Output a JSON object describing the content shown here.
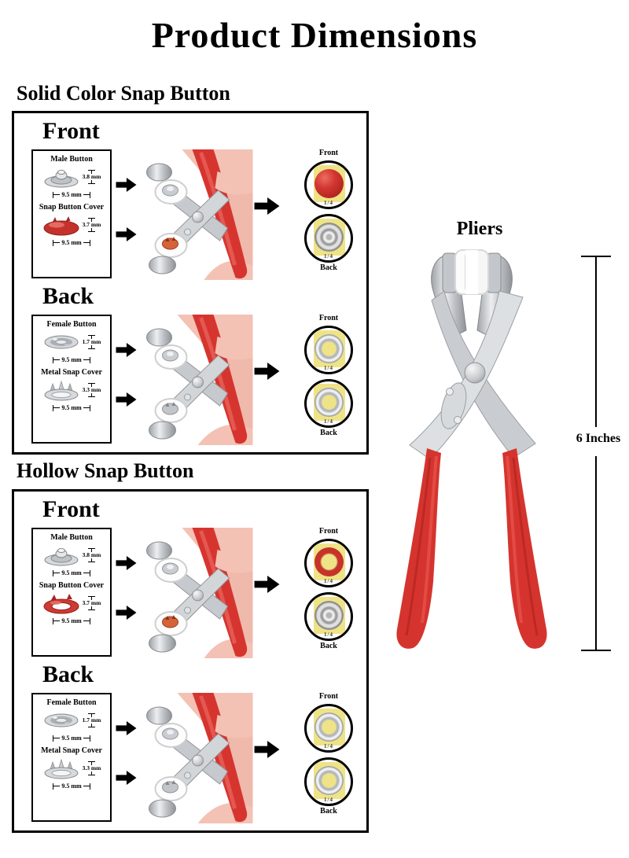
{
  "title": "Product Dimensions",
  "sections": {
    "solid": {
      "heading": "Solid Color Snap Button",
      "front": {
        "heading": "Front",
        "parts": [
          {
            "name": "Male Button",
            "height": "3.8 mm",
            "width": "9.5 mm"
          },
          {
            "name": "Snap Button Cover",
            "height": "3.7 mm",
            "width": "9.5 mm"
          }
        ],
        "result_top_label": "Front",
        "result_bottom_label": "Back",
        "ruler_mark": "1/4"
      },
      "back": {
        "heading": "Back",
        "parts": [
          {
            "name": "Female Button",
            "height": "1.7 mm",
            "width": "9.5 mm"
          },
          {
            "name": "Metal Snap Cover",
            "height": "3.3 mm",
            "width": "9.5 mm"
          }
        ],
        "result_top_label": "Front",
        "result_bottom_label": "Back",
        "ruler_mark": "1/4"
      }
    },
    "hollow": {
      "heading": "Hollow Snap Button",
      "front": {
        "heading": "Front",
        "parts": [
          {
            "name": "Male Button",
            "height": "3.8 mm",
            "width": "9.5 mm"
          },
          {
            "name": "Snap Button Cover",
            "height": "3.7 mm",
            "width": "9.5 mm"
          }
        ],
        "result_top_label": "Front",
        "result_bottom_label": "Back",
        "ruler_mark": "1/4"
      },
      "back": {
        "heading": "Back",
        "parts": [
          {
            "name": "Female Button",
            "height": "1.7 mm",
            "width": "9.5 mm"
          },
          {
            "name": "Metal Snap Cover",
            "height": "3.3 mm",
            "width": "9.5 mm"
          }
        ],
        "result_top_label": "Front",
        "result_bottom_label": "Back",
        "ruler_mark": "1/4"
      }
    }
  },
  "pliers": {
    "heading": "Pliers",
    "length_label": "6 Inches"
  },
  "colors": {
    "button_red": "#c43029",
    "handle_red": "#d5342e",
    "swatch_yellow": "#efe387",
    "metal_silver": "#c9ccd0",
    "skin_tone": "#f3c2b5",
    "outline": "#000000"
  }
}
